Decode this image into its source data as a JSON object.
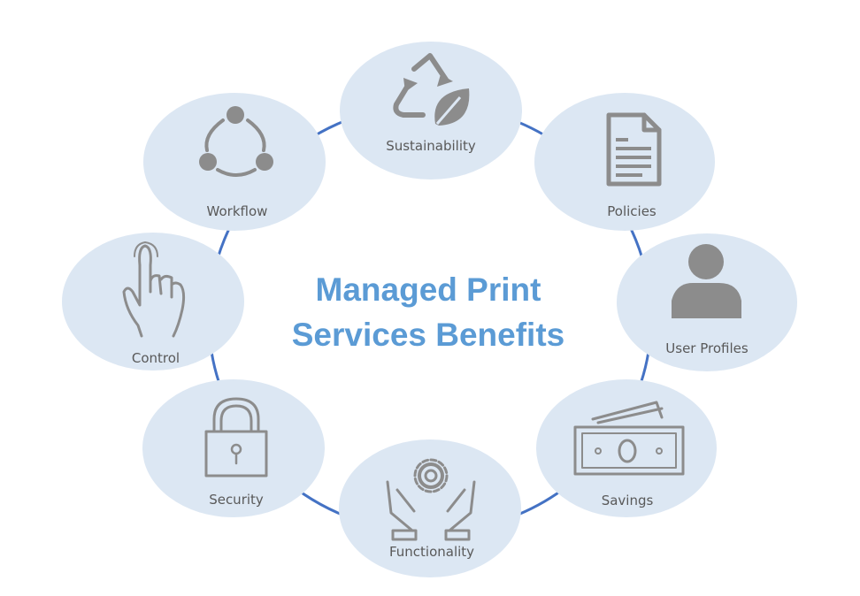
{
  "title": {
    "line1": "Managed Print",
    "line2": "Services Benefits"
  },
  "colors": {
    "title": "#5b9bd5",
    "ring": "#4472c4",
    "node_fill": "#dce7f3",
    "icon": "#8c8c8c",
    "label": "#595959"
  },
  "nodes": [
    {
      "label": "Sustainability",
      "icon": "recycle-leaf-icon"
    },
    {
      "label": "Policies",
      "icon": "document-icon"
    },
    {
      "label": "User Profiles",
      "icon": "user-icon"
    },
    {
      "label": "Savings",
      "icon": "money-icon"
    },
    {
      "label": "Functionality",
      "icon": "hands-gear-icon"
    },
    {
      "label": "Security",
      "icon": "padlock-icon"
    },
    {
      "label": "Control",
      "icon": "pointing-hand-icon"
    },
    {
      "label": "Workflow",
      "icon": "workflow-icon"
    }
  ]
}
